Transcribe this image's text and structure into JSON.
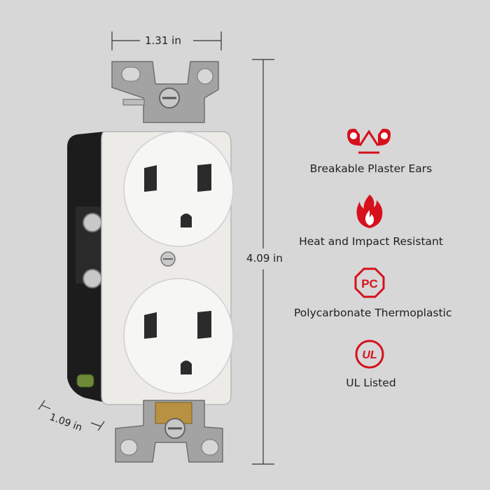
{
  "dimensions": {
    "width": "1.31 in",
    "height": "4.09 in",
    "depth": "1.09 in"
  },
  "features": [
    {
      "icon": "plaster-ears-icon",
      "label": "Breakable Plaster Ears"
    },
    {
      "icon": "flame-icon",
      "label": "Heat and Impact Resistant"
    },
    {
      "icon": "pc-badge-icon",
      "label": "Polycarbonate Thermoplastic",
      "badge_text": "PC"
    },
    {
      "icon": "ul-listed-icon",
      "label": "UL Listed",
      "badge_text": "UL"
    }
  ],
  "colors": {
    "background": "#d7d7d7",
    "accent_red": "#d6101c",
    "receptacle_white": "#f4f4f2",
    "housing_black": "#1c1c1c",
    "strap_metal": "#9a9a9a"
  }
}
